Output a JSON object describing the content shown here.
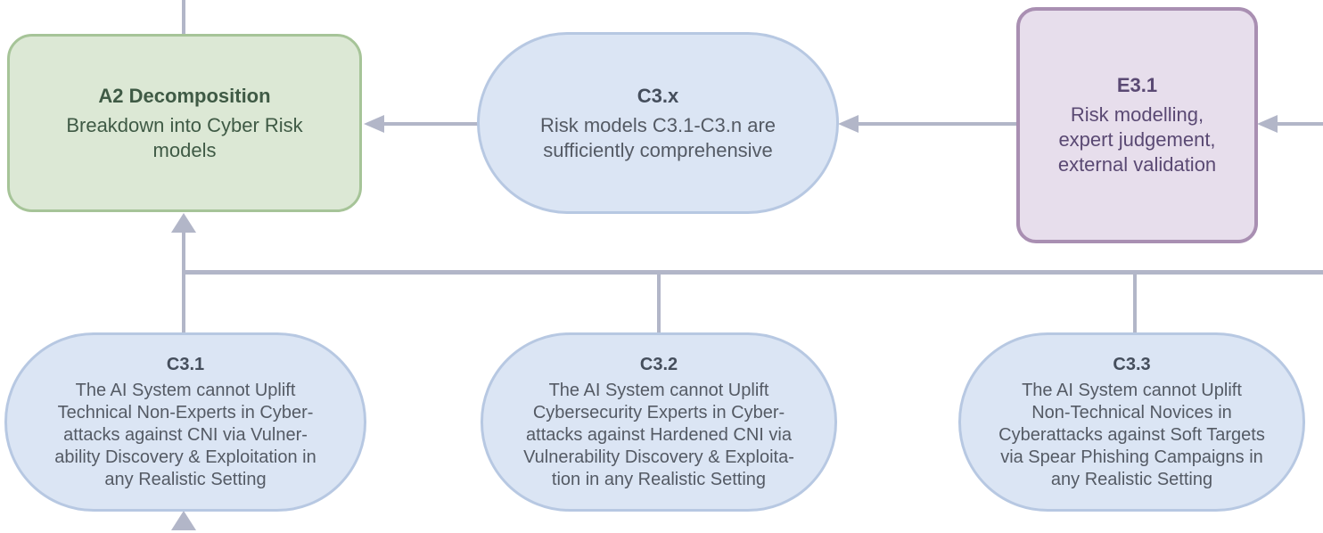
{
  "diagram": {
    "kind": "assurance-argument-diagram",
    "colors": {
      "connector": "#b2b6c8",
      "green_fill": "#dce8d5",
      "green_border": "#a6c498",
      "green_text": "#3f5a45",
      "blue_fill": "#dbe5f4",
      "blue_border": "#b7c8e2",
      "blue_title": "#454e5c",
      "purple_fill": "#e7deec",
      "purple_border": "#a98fb2",
      "purple_text": "#5a4973"
    },
    "nodes": [
      {
        "id": "A2",
        "title": "A2 Decomposition",
        "body": "Breakdown into Cyber Risk\nmodels",
        "shape": "rounded-rectangle",
        "color": "green"
      },
      {
        "id": "C3.x",
        "title": "C3.x",
        "body": "Risk models C3.1-C3.n are\nsufficiently comprehensive",
        "shape": "stadium",
        "color": "blue"
      },
      {
        "id": "E3.1",
        "title": "E3.1",
        "body": "Risk modelling,\nexpert judgement,\nexternal validation",
        "shape": "rounded-rectangle",
        "color": "purple"
      },
      {
        "id": "C3.1",
        "title": "C3.1",
        "body": "The AI System cannot Uplift\nTechnical Non-Experts in Cyber-\nattacks against CNI via Vulner-\nability Discovery & Exploitation in\nany Realistic Setting",
        "shape": "stadium",
        "color": "blue"
      },
      {
        "id": "C3.2",
        "title": "C3.2",
        "body": "The AI System cannot Uplift\nCybersecurity Experts in Cyber-\nattacks against Hardened CNI via\nVulnerability Discovery & Exploita-\ntion in any Realistic Setting",
        "shape": "stadium",
        "color": "blue"
      },
      {
        "id": "C3.3",
        "title": "C3.3",
        "body": "The AI System cannot Uplift\nNon-Technical Novices in\nCyberattacks against Soft Targets\nvia Spear Phishing Campaigns in\nany Realistic Setting",
        "shape": "stadium",
        "color": "blue"
      }
    ]
  }
}
